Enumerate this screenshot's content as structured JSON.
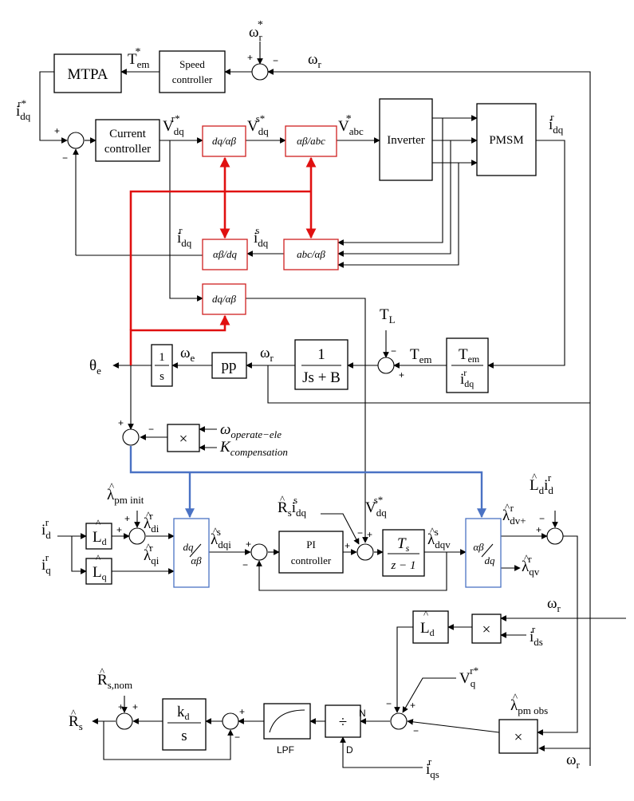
{
  "blocks": {
    "mtpa": "MTPA",
    "speed_1": "Speed",
    "speed_2": "controller",
    "current_1": "Current",
    "current_2": "controller",
    "dq_ab": "dq/αβ",
    "ab_abc": "αβ/abc",
    "inverter": "Inverter",
    "pmsm": "PMSM",
    "ab_dq": "αβ/dq",
    "abc_ab": "abc/αβ",
    "dq_ab_2": "dq/αβ",
    "integrator_num": "1",
    "integrator_den": "s",
    "pp": "pp",
    "mech_num": "1",
    "mech_den": "Js + B",
    "temf_num": "T",
    "temf_num_sub": "em",
    "temf_den": "i",
    "temf_den_sub": "dq",
    "temf_den_sup": "r",
    "multiply": "×",
    "Ld": "L",
    "Ld_sub": "d",
    "Lq": "L",
    "Lq_sub": "q",
    "dqab_blue_1": "dq",
    "dqab_blue_2": "αβ",
    "pi_1": "PI",
    "pi_2": "controller",
    "ts_num": "T",
    "ts_sub": "s",
    "ts_den": "z − 1",
    "abdq_blue_1": "αβ",
    "abdq_blue_2": "dq",
    "Ld_obs": "L",
    "Ld_obs_sub": "d",
    "kd_num": "k",
    "kd_sub": "d",
    "kd_den": "s",
    "lpf": "LPF",
    "divide": "÷",
    "mult_obs_1": "×",
    "mult_obs_2": "×"
  },
  "labels": {
    "omega": "ω",
    "r": "r",
    "e": "e",
    "star": "*",
    "T": "T",
    "em": "em",
    "L": "L",
    "i": "i",
    "dq": "dq",
    "d": "d",
    "q": "q",
    "V": "V",
    "s_star": "s*",
    "r_star": "r*",
    "abc": "abc",
    "s": "s",
    "theta": "θ",
    "omega_operate": "ω",
    "omega_operate_sub": "operate−ele",
    "K_comp": "K",
    "K_comp_sub": "compensation",
    "lambda": "λ",
    "pm_init": "pm init",
    "di": "di",
    "qi": "qi",
    "dqi": "dqi",
    "dqv": "dqv",
    "dv_plus": "dv+",
    "qv": "qv",
    "R": "R",
    "ds": "ds",
    "qs": "qs",
    "s_nom": "s,nom",
    "pm_obs": "pm obs",
    "N": "N",
    "D": "D",
    "plus": "+",
    "minus": "−"
  }
}
